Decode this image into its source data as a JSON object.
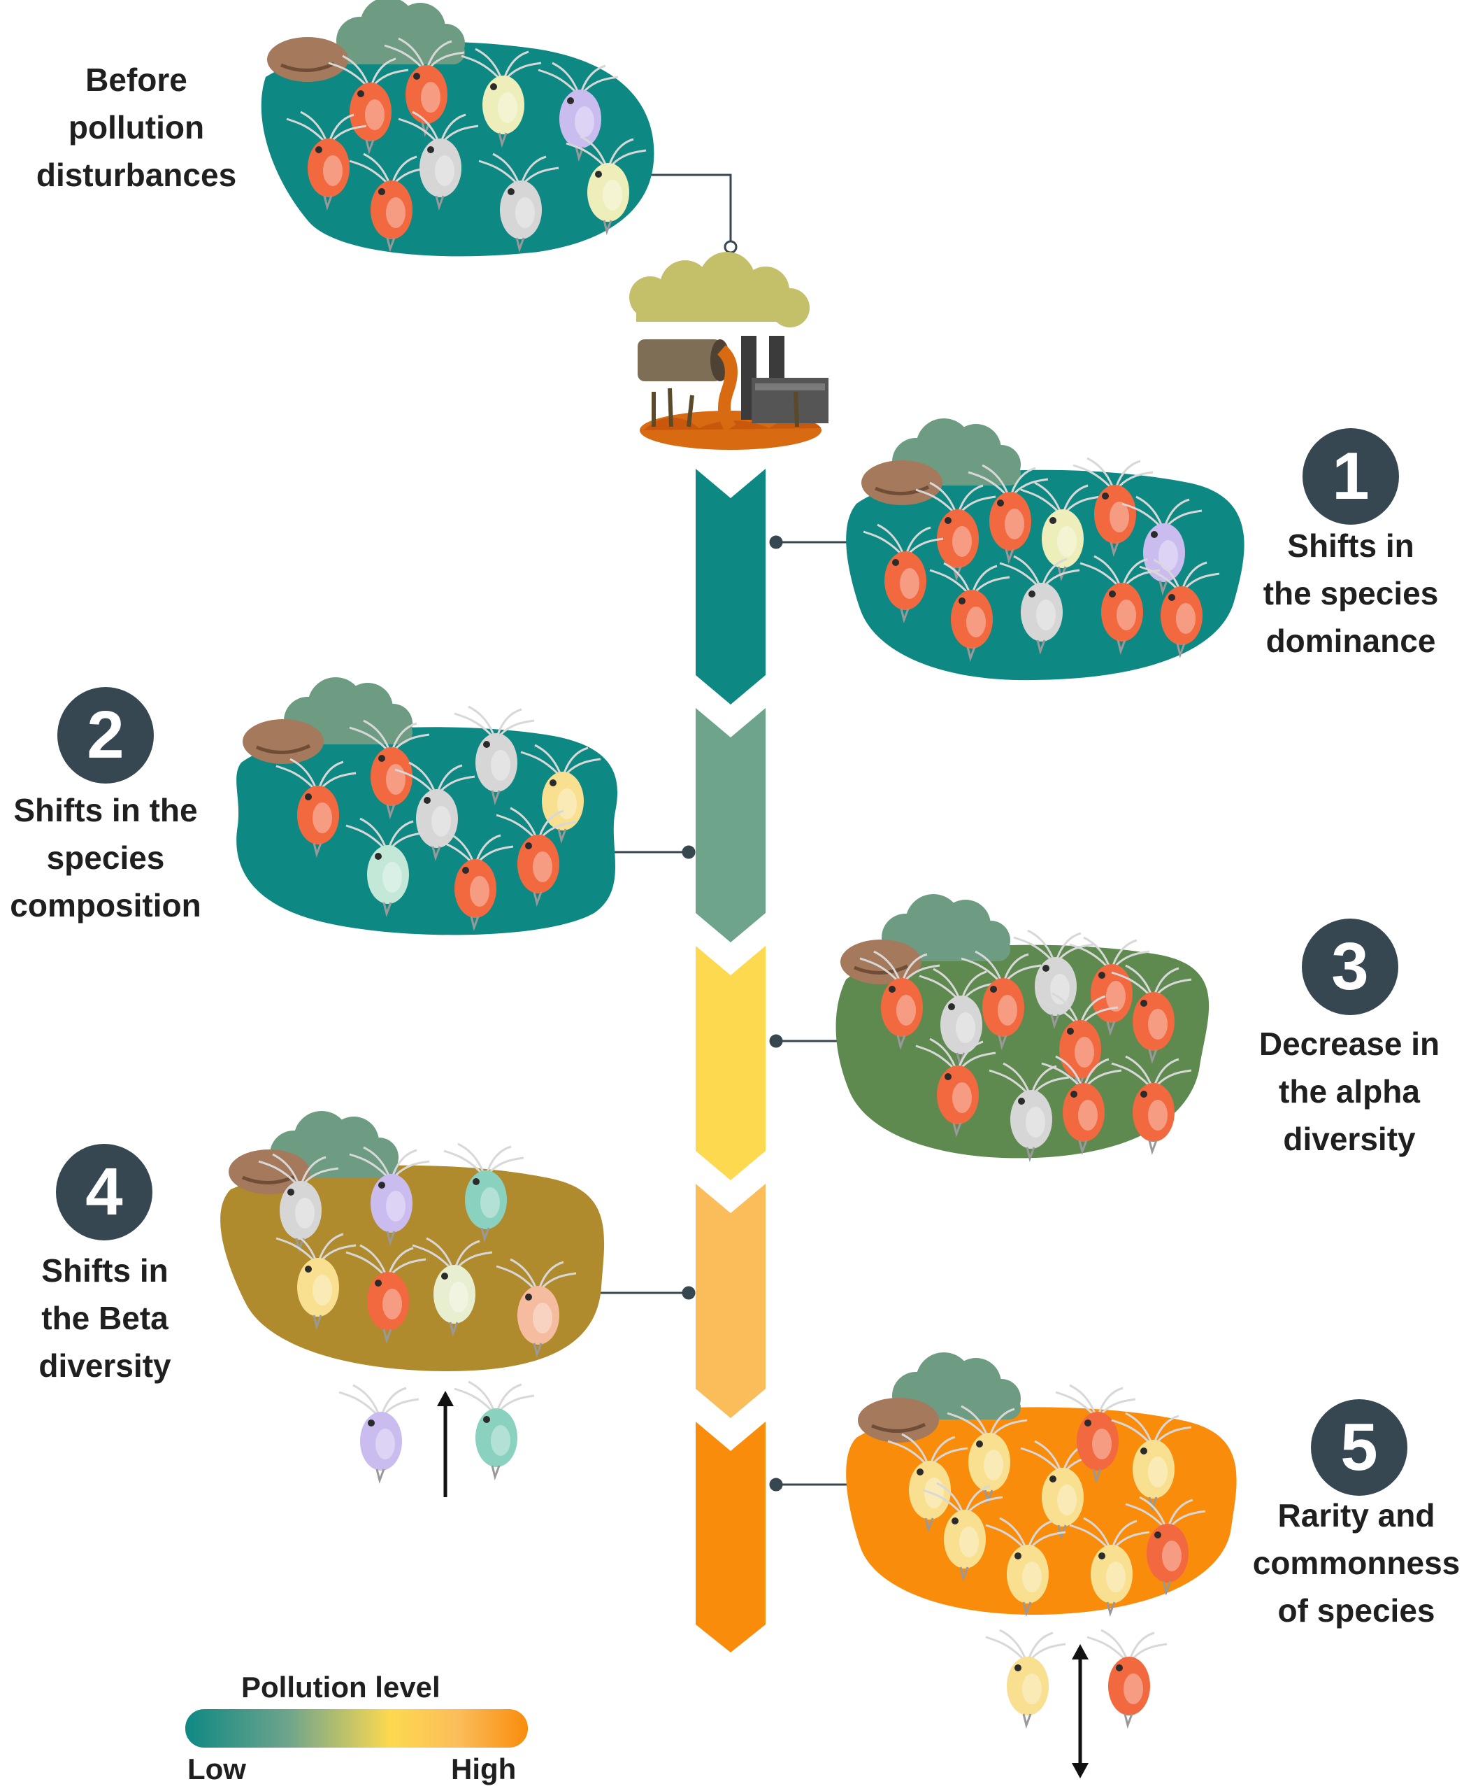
{
  "intro": {
    "lines": [
      "Before",
      "pollution",
      "disturbances"
    ]
  },
  "stages": [
    {
      "number": "1",
      "lines": [
        "Shifts in",
        "the species",
        "dominance"
      ]
    },
    {
      "number": "2",
      "lines": [
        "Shifts in the",
        "species",
        "composition"
      ]
    },
    {
      "number": "3",
      "lines": [
        "Decrease in",
        "the alpha",
        "diversity"
      ]
    },
    {
      "number": "4",
      "lines": [
        "Shifts in",
        "the Beta",
        "diversity"
      ]
    },
    {
      "number": "5",
      "lines": [
        "Rarity and",
        "commonness",
        "of species"
      ]
    }
  ],
  "legend": {
    "title": "Pollution level",
    "low": "Low",
    "high": "High"
  },
  "colors": {
    "pond_teal": "#0e8883",
    "pond_olive": "#5e8a50",
    "pond_brown": "#b08b2d",
    "pond_orange": "#f98c0b",
    "arrow_1": "#0e8883",
    "arrow_2": "#6ea48c",
    "arrow_3": "#fdd94f",
    "arrow_4": "#fbbc5a",
    "arrow_5": "#f98c0b",
    "badge": "#374752",
    "connector": "#37474f"
  },
  "icons": {
    "pollution_source": "factory-pipe-icon",
    "organism": "daphnia-icon",
    "rock": "rock-icon",
    "bush": "bush-icon"
  }
}
